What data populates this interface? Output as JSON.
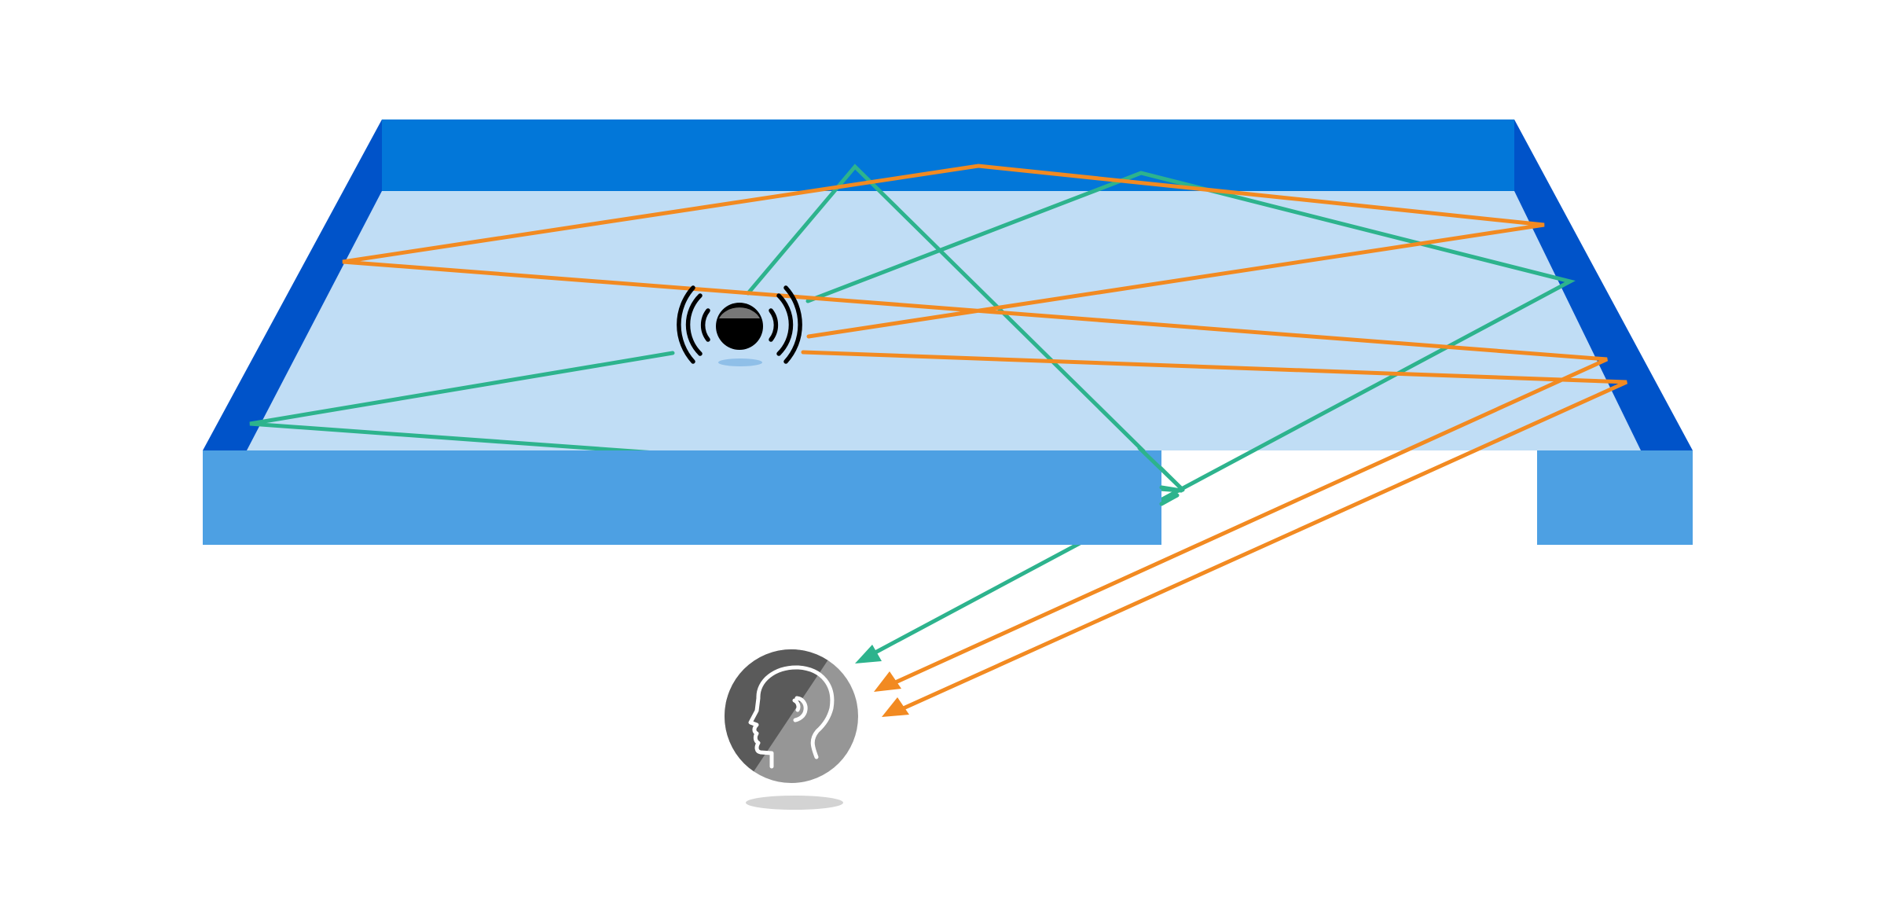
{
  "diagram": {
    "type": "room-acoustics-reflection",
    "palette": {
      "background": "#ffffff",
      "floor": "#c0ddf5",
      "back_wall": "#0277d9",
      "side_walls": "#0053c9",
      "front_walls": "#4da0e3",
      "path_green": "#2db38d",
      "path_orange": "#f28a21",
      "source_body": "#000000",
      "listener_dark": "#5a5a5a",
      "listener_light": "#969696",
      "shadow": "#d3d3d3"
    },
    "icons": {
      "sound_source": "sound-source-icon",
      "listener": "listener-head-icon"
    },
    "paths": {
      "green_count": 2,
      "orange_count": 2
    }
  }
}
